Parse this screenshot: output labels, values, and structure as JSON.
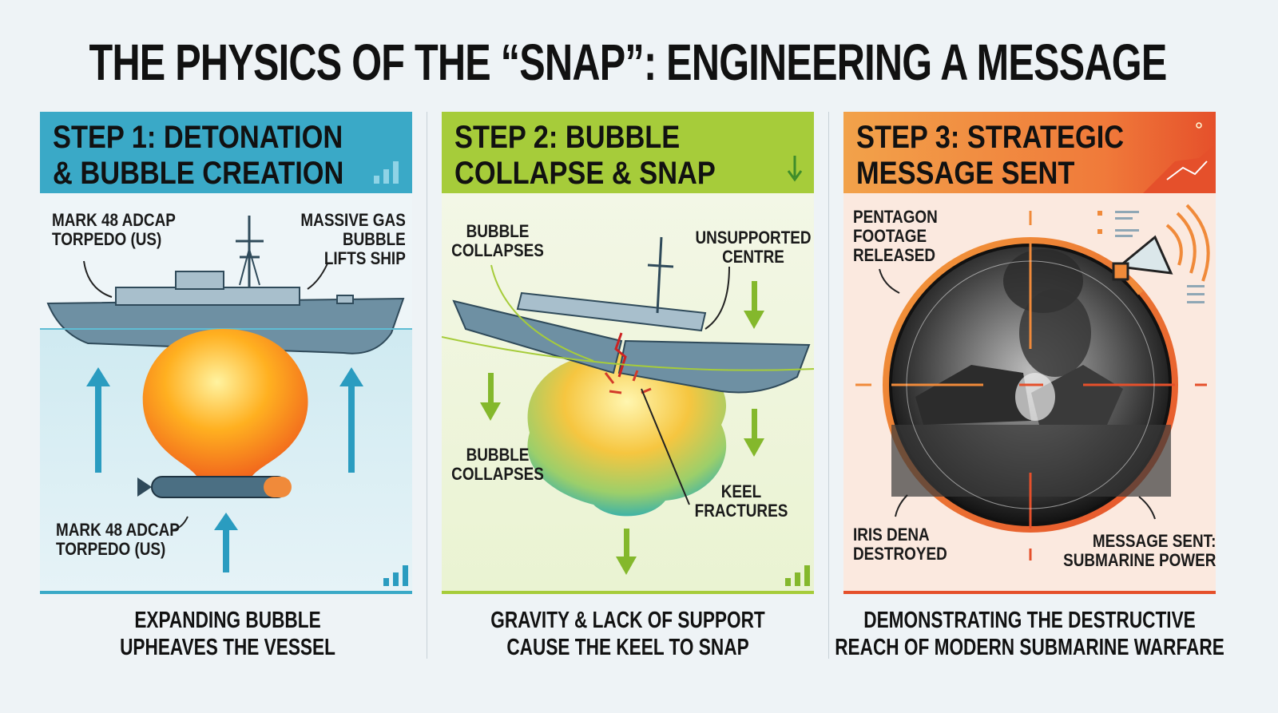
{
  "title": "THE PHYSICS OF THE “SNAP”: ENGINEERING A MESSAGE",
  "colors": {
    "step1": "#3aa9c7",
    "step2": "#a6cc3a",
    "step3": "#f08a3a",
    "alert": "#e5502b"
  },
  "steps": [
    {
      "heading_line1": "STEP 1: DETONATION",
      "heading_line2": "& BUBBLE CREATION",
      "labels": {
        "torpedo_top": [
          "MARK 48 ADCAP",
          "TORPEDO (US)"
        ],
        "gas": [
          "MASSIVE GAS",
          "BUBBLE",
          "LIFTS SHIP"
        ],
        "torpedo_bottom": [
          "MARK 48 ADCAP",
          "TORPEDO (US)"
        ]
      },
      "caption": [
        "EXPANDING BUBBLE",
        "UPHEAVES THE VESSEL"
      ]
    },
    {
      "heading_line1": "STEP 2: BUBBLE",
      "heading_line2": "COLLAPSE & SNAP",
      "labels": {
        "collapse_top": [
          "BUBBLE",
          "COLLAPSES"
        ],
        "unsupported": [
          "UNSUPPORTED",
          "CENTRE"
        ],
        "collapse_bottom": [
          "BUBBLE",
          "COLLAPSES"
        ],
        "keel": [
          "KEEL",
          "FRACTURES"
        ]
      },
      "caption": [
        "GRAVITY & LACK OF SUPPORT",
        "CAUSE THE KEEL TO SNAP"
      ]
    },
    {
      "heading_line1": "STEP 3: STRATEGIC",
      "heading_line2": "MESSAGE SENT",
      "labels": {
        "pentagon": [
          "PENTAGON",
          "FOOTAGE",
          "RELEASED"
        ],
        "iris": [
          "IRIS DENA",
          "DESTROYED"
        ],
        "message": [
          "MESSAGE SENT:",
          "SUBMARINE POWER"
        ]
      },
      "caption": [
        "DEMONSTRATING THE DESTRUCTIVE",
        "REACH OF MODERN SUBMARINE WARFARE"
      ]
    }
  ]
}
